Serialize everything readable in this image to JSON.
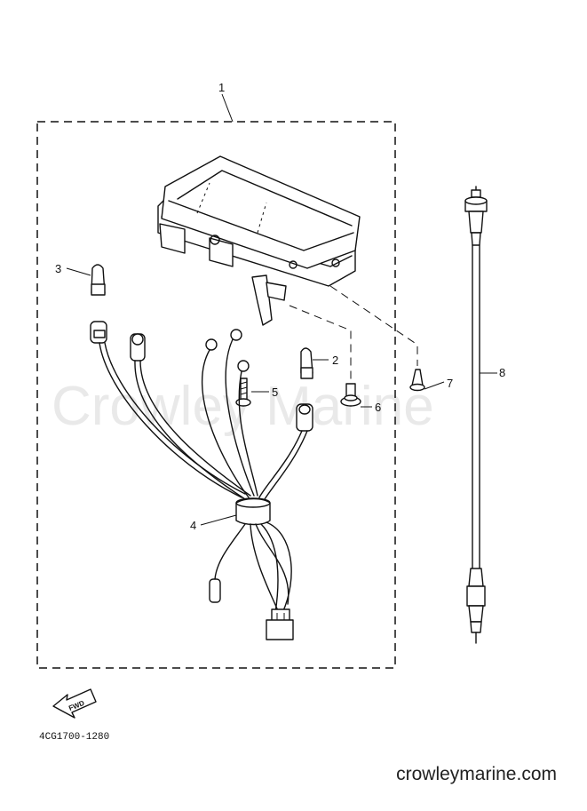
{
  "watermark": "Crowley Marine",
  "diagram_code": "4CG1700-1280",
  "site_url": "crowleymarine.com",
  "fwd_label": "FWD",
  "callouts": {
    "c1": "1",
    "c2": "2",
    "c3": "3",
    "c4": "4",
    "c5": "5",
    "c6": "6",
    "c7": "7",
    "c8": "8"
  }
}
